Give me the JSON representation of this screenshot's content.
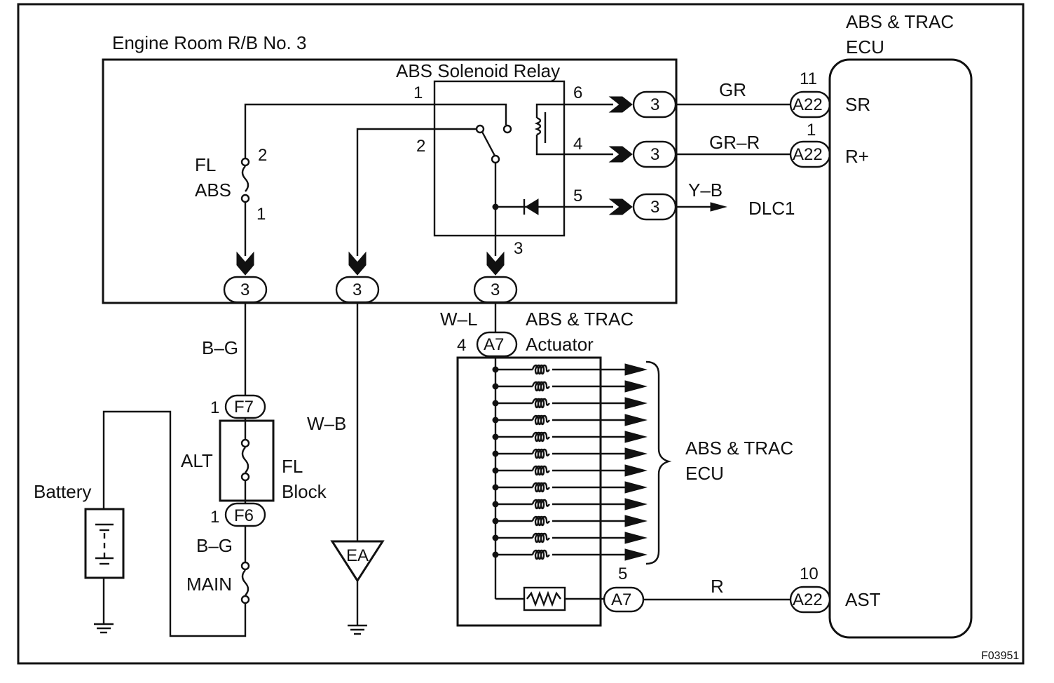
{
  "labels": {
    "engine_room_rb": "Engine Room R/B No. 3",
    "solenoid_relay": "ABS Solenoid Relay",
    "ecu_title_line1": "ABS & TRAC",
    "ecu_title_line2": "ECU",
    "fl_abs_line1": "FL",
    "fl_abs_line2": "ABS",
    "actuator_line1": "ABS & TRAC",
    "actuator_line2": "Actuator",
    "ecu_side_line1": "ABS & TRAC",
    "ecu_side_line2": "ECU",
    "dlc1": "DLC1",
    "battery": "Battery",
    "alt": "ALT",
    "fl_block_line1": "FL",
    "fl_block_line2": "Block",
    "main": "MAIN",
    "figure_code": "F03951"
  },
  "wire_colors": {
    "gr": "GR",
    "gr_r": "GR–R",
    "y_b": "Y–B",
    "w_l": "W–L",
    "b_g_upper": "B–G",
    "b_g_lower": "B–G",
    "w_b": "W–B",
    "r": "R"
  },
  "ecu_terminals": {
    "sr": "SR",
    "r_plus": "R+",
    "ast": "AST"
  },
  "connectors": {
    "rb3_6": "3",
    "rb3_4": "3",
    "rb3_5": "3",
    "rb3_bottom_fuse": "3",
    "rb3_bottom_wb": "3",
    "rb3_bottom_relay": "3",
    "a22_sr": "A22",
    "a22_rplus": "A22",
    "a22_ast": "A22",
    "a7_top": "A7",
    "a7_bottom": "A7",
    "f7": "F7",
    "f6": "F6",
    "ground_ea": "EA"
  },
  "pins": {
    "relay_1": "1",
    "relay_2": "2",
    "relay_3": "3",
    "relay_4": "4",
    "relay_5": "5",
    "relay_6": "6",
    "fuse_abs_top": "2",
    "fuse_abs_bottom": "1",
    "ecu_sr": "11",
    "ecu_rplus": "1",
    "ecu_ast": "10",
    "a7_top": "4",
    "a7_bottom": "5",
    "f7": "1",
    "f6": "1"
  },
  "colors": {
    "line": "#111111",
    "background": "#ffffff"
  }
}
